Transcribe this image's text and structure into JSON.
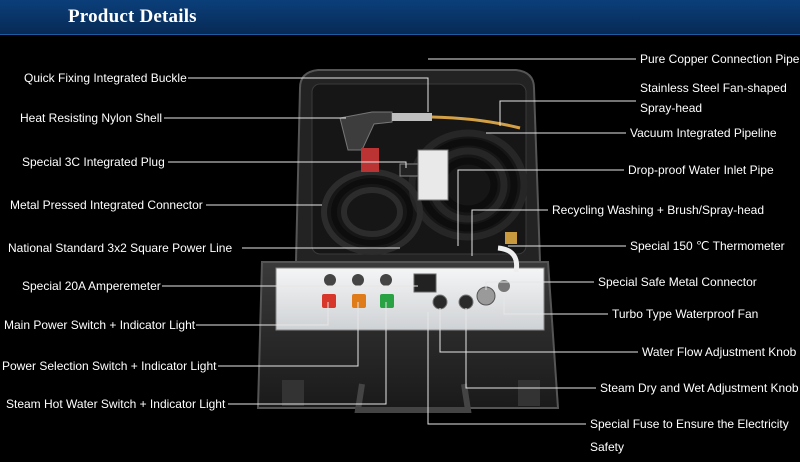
{
  "header": {
    "title": "Product Details"
  },
  "labels": {
    "left": [
      "Quick Fixing Integrated Buckle",
      "Heat Resisting Nylon Shell",
      "Special 3C Integrated Plug",
      "Metal Pressed Integrated Connector",
      "National Standard 3x2 Square Power Line",
      "Special 20A Amperemeter",
      "Main Power Switch + Indicator Light",
      "Power Selection Switch + Indicator Light",
      "Steam Hot Water Switch + Indicator Light"
    ],
    "right": [
      "Pure Copper Connection Pipe",
      "Stainless Steel Fan-shaped",
      "Spray-head",
      "Vacuum Integrated Pipeline",
      "Drop-proof Water Inlet Pipe",
      "Recycling Washing + Brush/Spray-head",
      "Special 150 ℃ Thermometer",
      "Special Safe Metal Connector",
      "Turbo Type Waterproof Fan",
      "Water Flow Adjustment Knob",
      "Steam Dry and Wet Adjustment Knob",
      "Special Fuse to Ensure the Electricity",
      "Safety"
    ]
  },
  "colors": {
    "header": "#0b3f7a",
    "background": "#000000",
    "case": "#2a2a2a",
    "panel": "#e8eaec"
  }
}
